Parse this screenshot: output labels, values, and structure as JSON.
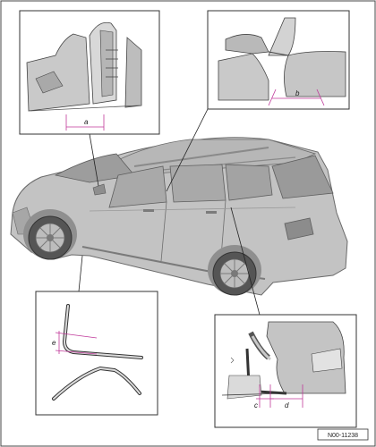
{
  "callouts": {
    "a": "a",
    "b": "b",
    "c": "c",
    "d": "d",
    "e": "e"
  },
  "figure_code": "N00-11238",
  "colors": {
    "body": "#c9c9c9",
    "dark": "#8f8f8f",
    "accent": "#c0399a",
    "frame": "#333333"
  }
}
